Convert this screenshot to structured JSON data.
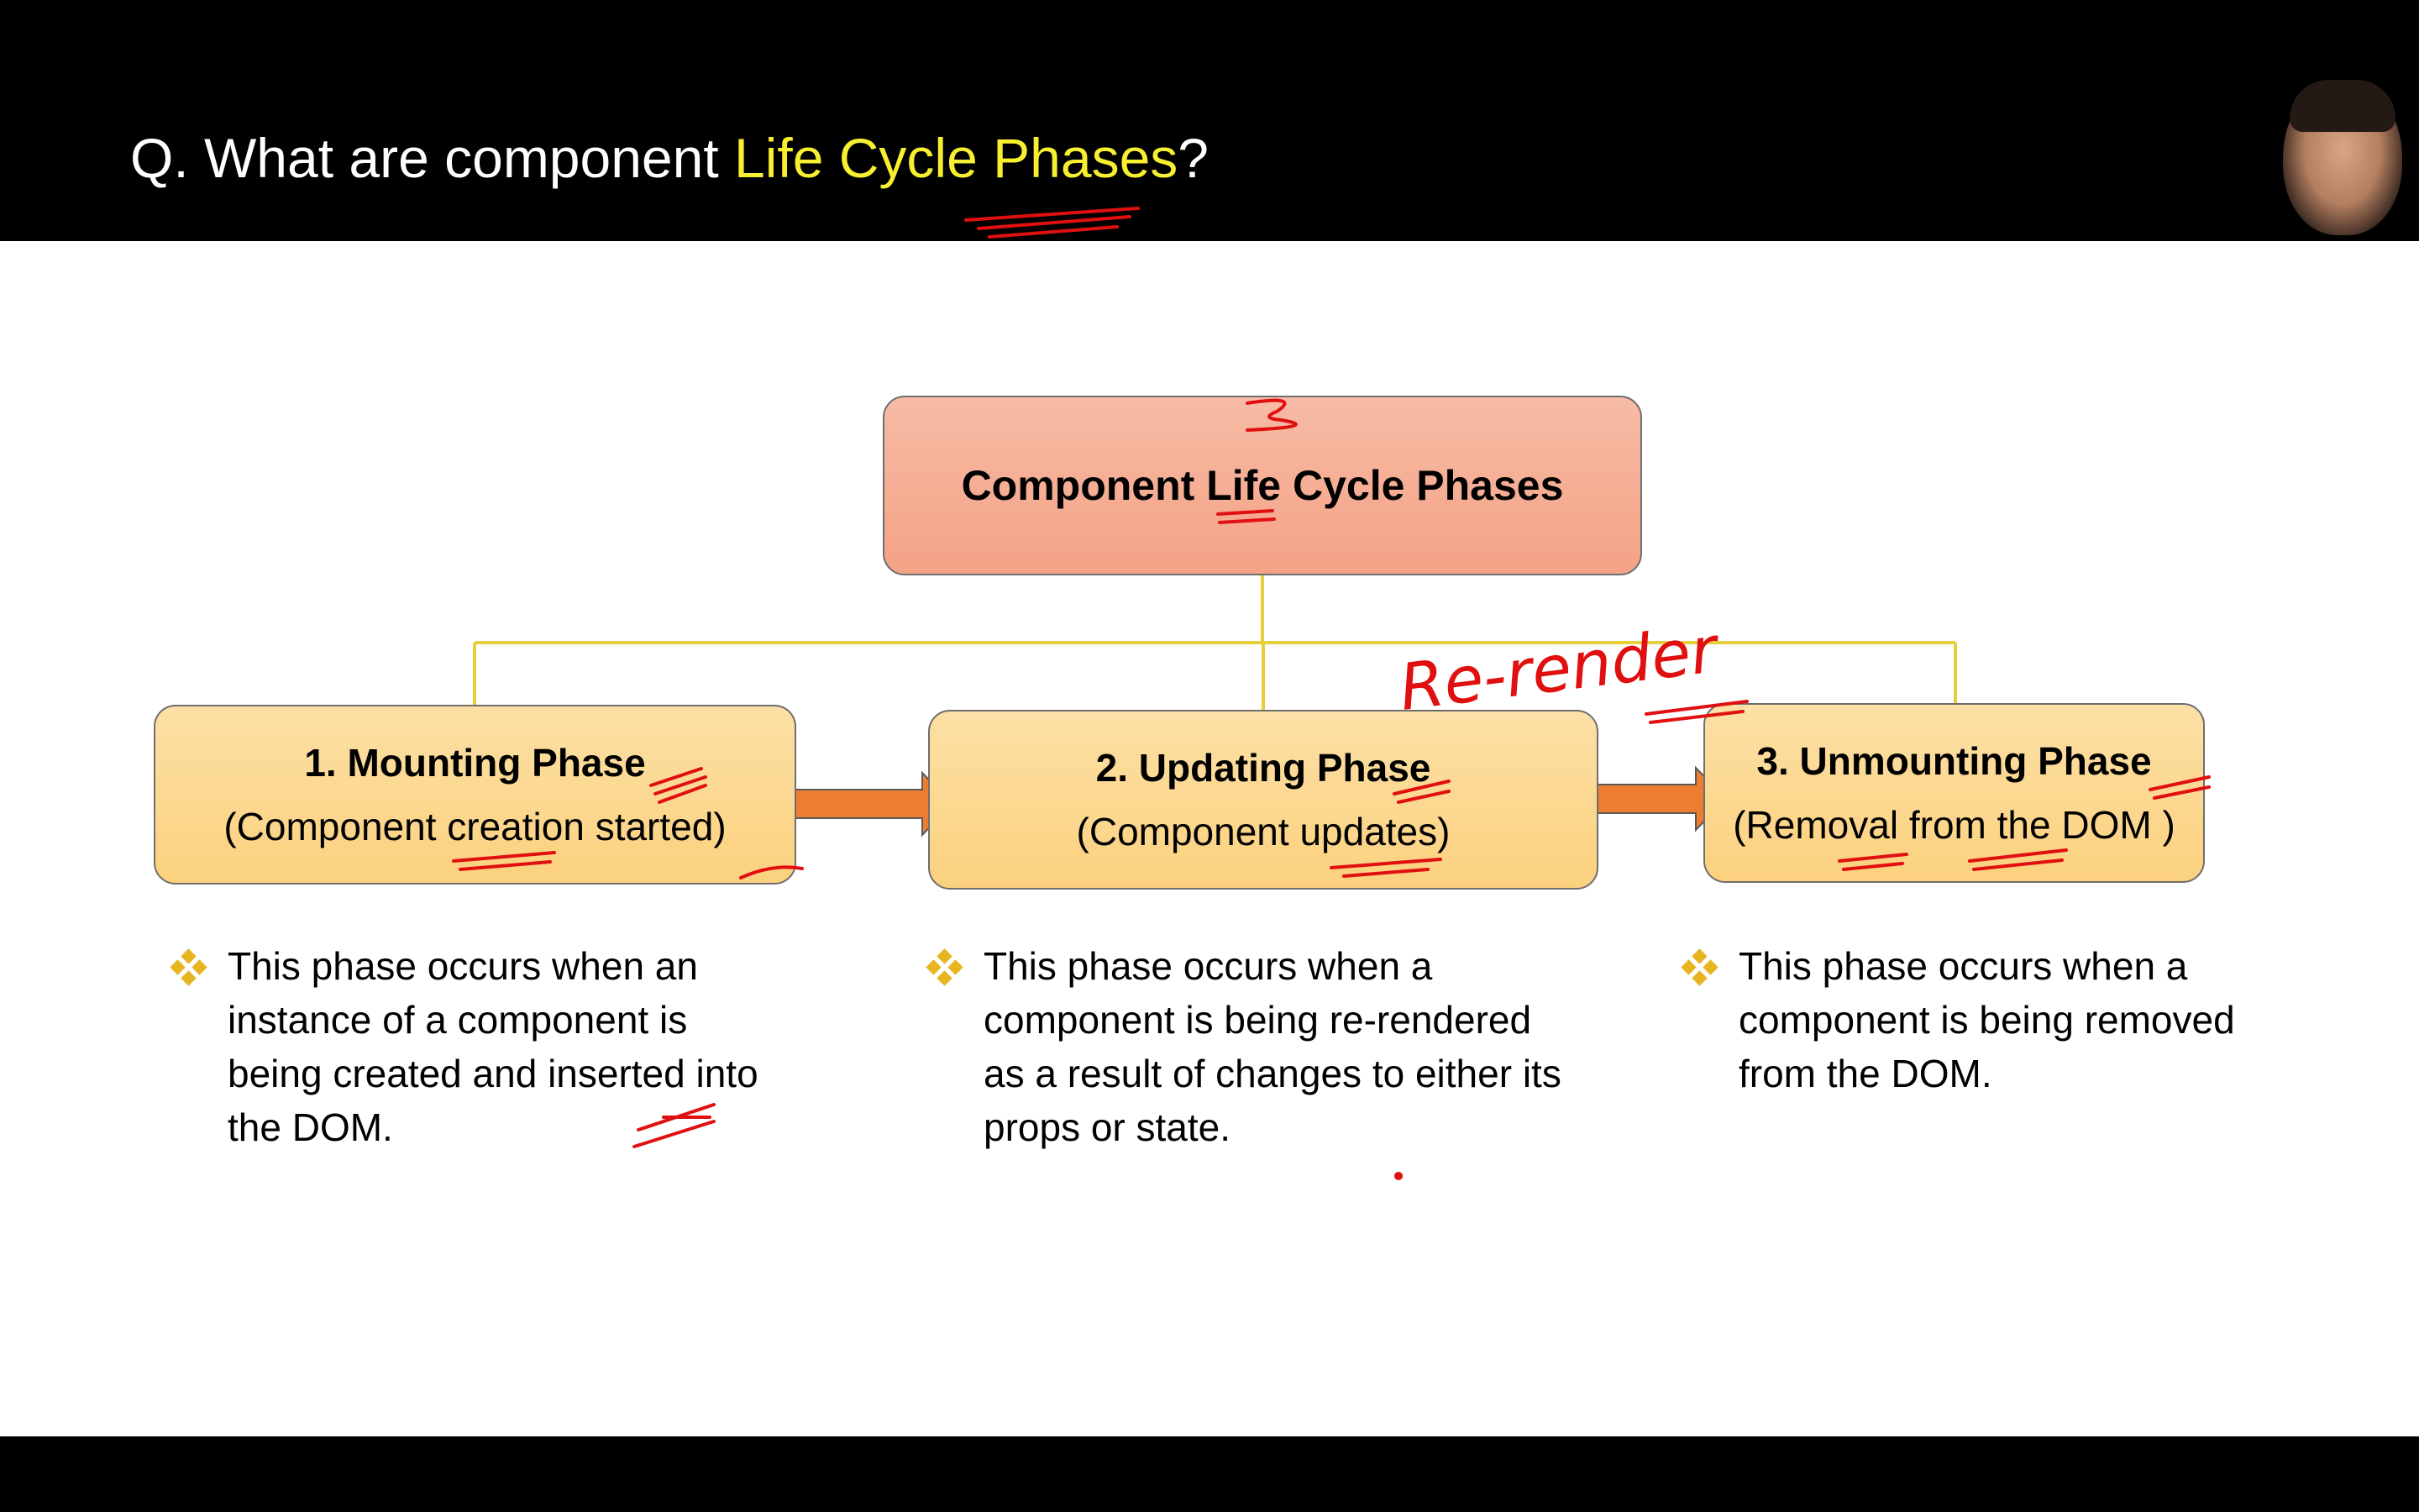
{
  "header": {
    "title_prefix": "Q. What are component ",
    "title_highlight": "Life Cycle Phases",
    "title_suffix": "?",
    "highlight_color": "#f7ef2f"
  },
  "diagram": {
    "root": {
      "label": "Component Life Cycle Phases",
      "color": "#f4a285"
    },
    "phases": [
      {
        "title": "1. Mounting Phase",
        "subtitle": "(Component creation started)",
        "description": "This phase occurs when an instance of a component is being created and inserted into the DOM."
      },
      {
        "title": "2. Updating Phase",
        "subtitle": "(Component updates)",
        "description": "This phase occurs when a component is being re-rendered as a result of changes to either its props or state."
      },
      {
        "title": "3. Unmounting Phase",
        "subtitle": "(Removal from the DOM )",
        "description": "This phase occurs when a component is being removed from the DOM."
      }
    ],
    "connector_color": "#e6cf3a",
    "arrow_color": "#ed7d31",
    "box_color": "#fbd17e",
    "bullet_color": "#e7b520"
  },
  "annotations": {
    "handwritten_note": "Re-render",
    "handwritten_number": "3",
    "ink_color": "#e01010"
  }
}
